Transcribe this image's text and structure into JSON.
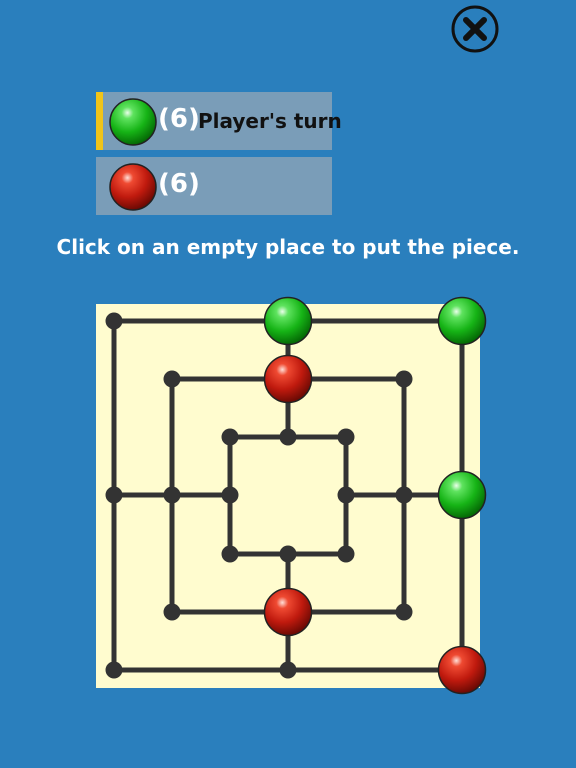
{
  "players": [
    {
      "pieces_left": "(6)",
      "status": "Player's turn",
      "color": "green",
      "active": true
    },
    {
      "pieces_left": "(6)",
      "status": "",
      "color": "red",
      "active": false
    }
  ],
  "instruction": "Click on an empty place to put the piece.",
  "colors": {
    "background": "#2a7fbd",
    "board": "#fffccf",
    "line": "#333333",
    "active_indicator": "#f0c419",
    "panel": "#7a9db8"
  },
  "board": {
    "points": [
      {
        "ring": "outer",
        "pos": "top-left",
        "piece": null
      },
      {
        "ring": "outer",
        "pos": "top",
        "piece": "green"
      },
      {
        "ring": "outer",
        "pos": "top-right",
        "piece": "green"
      },
      {
        "ring": "outer",
        "pos": "right",
        "piece": "green"
      },
      {
        "ring": "outer",
        "pos": "bottom-right",
        "piece": "red"
      },
      {
        "ring": "outer",
        "pos": "bottom",
        "piece": null
      },
      {
        "ring": "outer",
        "pos": "bottom-left",
        "piece": null
      },
      {
        "ring": "outer",
        "pos": "left",
        "piece": null
      },
      {
        "ring": "middle",
        "pos": "top-left",
        "piece": null
      },
      {
        "ring": "middle",
        "pos": "top",
        "piece": "red"
      },
      {
        "ring": "middle",
        "pos": "top-right",
        "piece": null
      },
      {
        "ring": "middle",
        "pos": "right",
        "piece": null
      },
      {
        "ring": "middle",
        "pos": "bottom-right",
        "piece": null
      },
      {
        "ring": "middle",
        "pos": "bottom",
        "piece": "red"
      },
      {
        "ring": "middle",
        "pos": "bottom-left",
        "piece": null
      },
      {
        "ring": "middle",
        "pos": "left",
        "piece": null
      },
      {
        "ring": "inner",
        "pos": "top-left",
        "piece": null
      },
      {
        "ring": "inner",
        "pos": "top",
        "piece": null
      },
      {
        "ring": "inner",
        "pos": "top-right",
        "piece": null
      },
      {
        "ring": "inner",
        "pos": "right",
        "piece": null
      },
      {
        "ring": "inner",
        "pos": "bottom-right",
        "piece": null
      },
      {
        "ring": "inner",
        "pos": "bottom",
        "piece": null
      },
      {
        "ring": "inner",
        "pos": "bottom-left",
        "piece": null
      },
      {
        "ring": "inner",
        "pos": "left",
        "piece": null
      }
    ]
  }
}
